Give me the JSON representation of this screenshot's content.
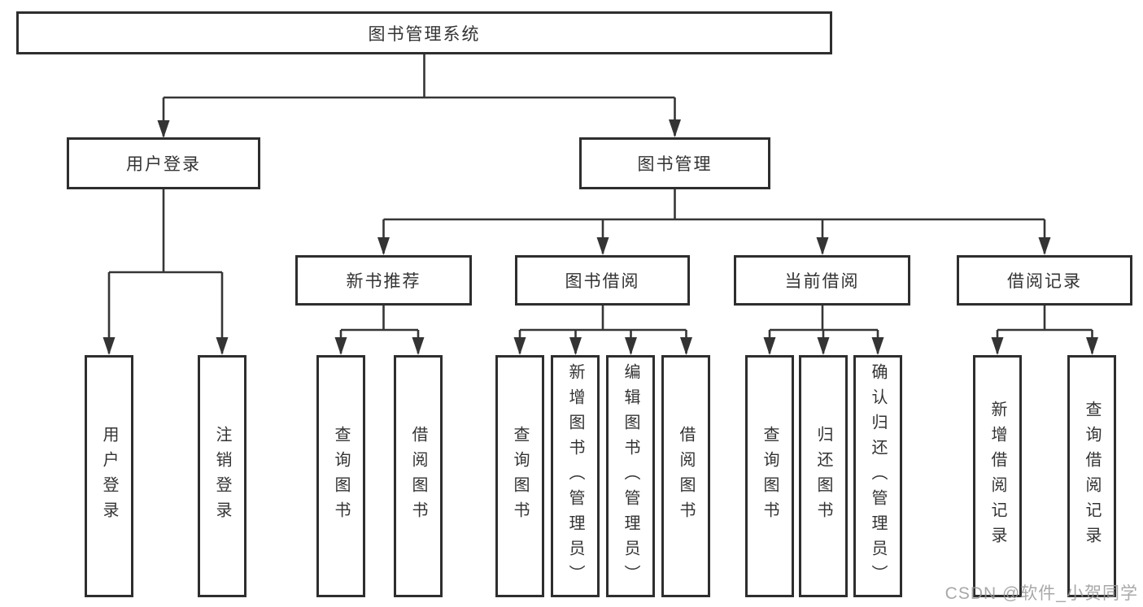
{
  "diagram": {
    "root": {
      "label": "图书管理系统"
    },
    "branches": [
      {
        "label": "用户登录",
        "children": [
          {
            "label": "用户登录"
          },
          {
            "label": "注销登录"
          }
        ]
      },
      {
        "label": "图书管理",
        "children": [
          {
            "label": "新书推荐",
            "children": [
              {
                "label": "查询图书"
              },
              {
                "label": "借阅图书"
              }
            ]
          },
          {
            "label": "图书借阅",
            "children": [
              {
                "label": "查询图书"
              },
              {
                "label": "新增图书（管理员）"
              },
              {
                "label": "编辑图书（管理员）"
              },
              {
                "label": "借阅图书"
              }
            ]
          },
          {
            "label": "当前借阅",
            "children": [
              {
                "label": "查询图书"
              },
              {
                "label": "归还图书"
              },
              {
                "label": "确认归还（管理员）"
              }
            ]
          },
          {
            "label": "借阅记录",
            "children": [
              {
                "label": "新增借阅记录"
              },
              {
                "label": "查询借阅记录"
              }
            ]
          }
        ]
      }
    ]
  },
  "colors": {
    "line": "#363636",
    "box_border": "#2e2e2e",
    "text": "#333333",
    "watermark": "#999999",
    "background": "#ffffff"
  },
  "watermark": {
    "text": "CSDN @软件_小贺同学"
  }
}
